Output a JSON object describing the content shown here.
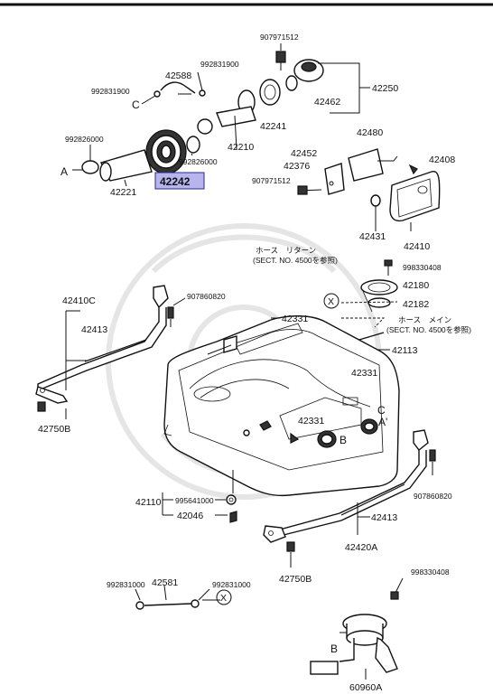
{
  "diagram": {
    "highlight_color": "#b7b4ee",
    "highlighted_part": "42242",
    "labels": {
      "p907971512_top": "907971512",
      "p42588": "42588",
      "p992831900_a": "992831900",
      "p992831900_b": "992831900",
      "p42250": "42250",
      "p42462": "42462",
      "p42241": "42241",
      "p42210": "42210",
      "p992826000_a": "992826000",
      "p992826000_b": "992826000",
      "p42242": "42242",
      "p42221": "42221",
      "p42480": "42480",
      "p42452": "42452",
      "p42376": "42376",
      "p907971512_mid": "907971512",
      "p42408": "42408",
      "p42431": "42431",
      "p42410": "42410",
      "note_return_title": "ホース　リターン",
      "note_return_ref": "(SECT. NO. 4500を参照)",
      "p998330408_a": "998330408",
      "p42180": "42180",
      "p42182": "42182",
      "note_main_title": "ホース　メイン",
      "note_main_ref": "(SECT. NO. 4500を参照)",
      "p42113": "42113",
      "p42410C": "42410C",
      "p907860820_a": "907860820",
      "p42413_a": "42413",
      "p42331_a": "42331",
      "p42331_b": "42331",
      "p42331_c": "42331",
      "p42750B_a": "42750B",
      "p42110": "42110",
      "p995641000": "995641000",
      "p42046": "42046",
      "p907860820_b": "907860820",
      "p42413_b": "42413",
      "p42420A": "42420A",
      "p42750B_b": "42750B",
      "p992831000_a": "992831000",
      "p42581": "42581",
      "p992831000_b": "992831000",
      "p998330408_b": "998330408",
      "p60960A": "60960A",
      "mark_A1": "A",
      "mark_A2": "A'",
      "mark_B1": "B",
      "mark_B2": "B",
      "mark_C1": "C",
      "mark_C2": "C",
      "mark_X1": "X",
      "mark_X2": "X"
    }
  }
}
